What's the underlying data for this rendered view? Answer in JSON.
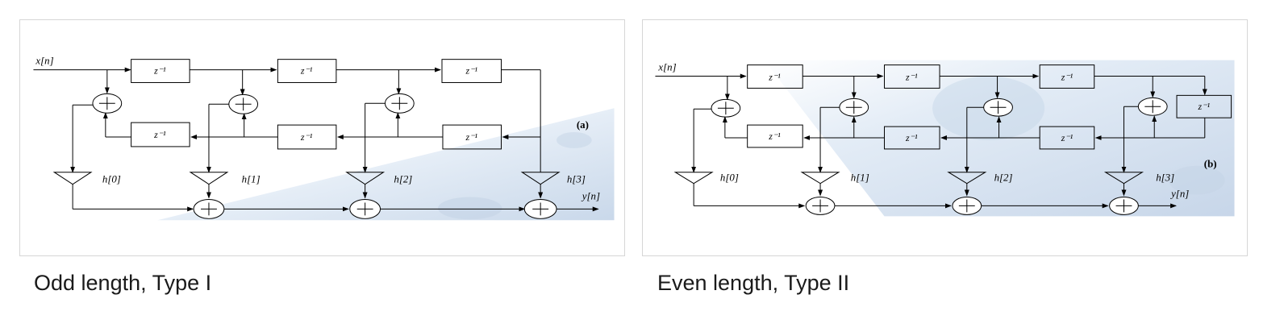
{
  "captions": {
    "a": "Odd length, Type I",
    "b": "Even length, Type II"
  },
  "diagrams": {
    "a": {
      "tag": "(a)",
      "input": "x[n]",
      "output": "y[n]",
      "delay": "z⁻¹",
      "coefficients": [
        "h[0]",
        "h[1]",
        "h[2]",
        "h[3]"
      ]
    },
    "b": {
      "tag": "(b)",
      "input": "x[n]",
      "output": "y[n]",
      "delay": "z⁻¹",
      "coefficients": [
        "h[0]",
        "h[1]",
        "h[2]",
        "h[3]"
      ]
    }
  },
  "colors": {
    "line": "#000000",
    "map_background": "#dbe6f2",
    "panel_border": "#d6d6d6"
  }
}
